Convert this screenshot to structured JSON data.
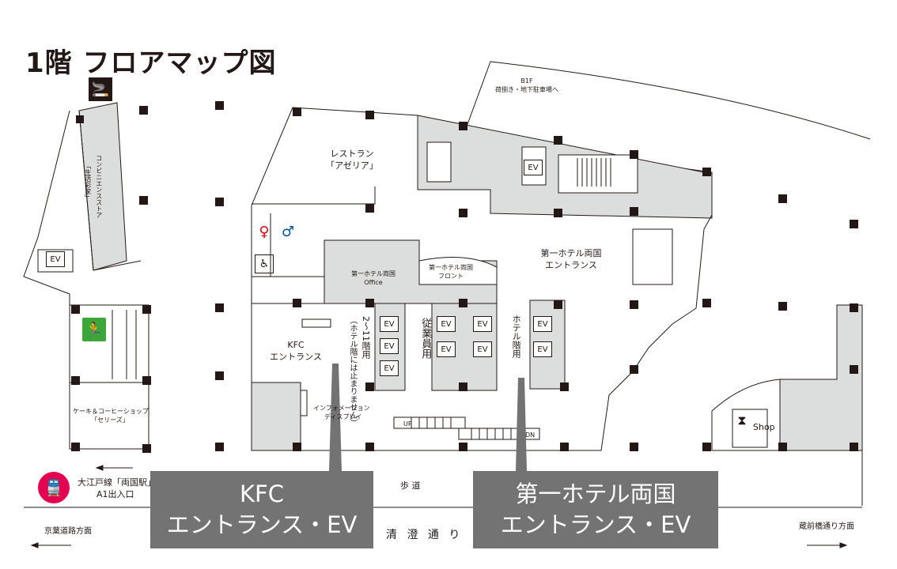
{
  "title": "1階 フロアマップ図",
  "colors": {
    "shaded": "#dcdddd",
    "line": "#231815",
    "callout": "#737373",
    "station": "#e5004f",
    "exit": "#3da639",
    "female": "#e60012",
    "male": "#0054a6"
  },
  "labels": {
    "b1f": "B1F",
    "b1f_sub": "荷捌き・地下駐車場へ",
    "restaurant_line1": "レストラン",
    "restaurant_line2": "「アゼリア」",
    "hotel_entrance_line1": "第一ホテル両国",
    "hotel_entrance_line2": "エントランス",
    "office_line1": "第一ホテル両国",
    "office_line2": "Office",
    "front_line1": "第一ホテル両国",
    "front_line2": "フロント",
    "kfc_line1": "KFC",
    "kfc_line2": "エントランス",
    "conv_store": "コンビニエンスストア",
    "conv_store_sub": "「生活彩家」",
    "cafe_line1": "ケーキ＆コーヒーショップ",
    "cafe_line2": "「セリーズ」",
    "info_line1": "インフォメーション",
    "info_line2": "ディスプレイ",
    "floors_2_11": "2〜11階用",
    "floors_note": "（ホテル階には止まりません）",
    "staff_use": "従業員用",
    "hotel_floor": "ホテル階用",
    "shop": "Shop",
    "up": "UP",
    "dn": "DN",
    "ev": "EV",
    "sidewalk": "歩 道",
    "street": "清 澄 通 り",
    "station_line1": "大江戸線「両国駅」",
    "station_line2": "A1出入口",
    "keiyo": "京葉道路方面",
    "kuramae": "蔵前橋通り方面"
  },
  "callouts": {
    "kfc": {
      "line1": "KFC",
      "line2": "エントランス・EV"
    },
    "hotel": {
      "line1": "第一ホテル両国",
      "line2": "エントランス・EV"
    }
  },
  "icons": {
    "smoking": "smoking-area-icon",
    "exit": "emergency-exit-icon",
    "female": "female-restroom-icon",
    "male": "male-restroom-icon",
    "accessible": "accessible-restroom-icon",
    "station": "train-station-icon",
    "escalator": "escalator-icon"
  }
}
